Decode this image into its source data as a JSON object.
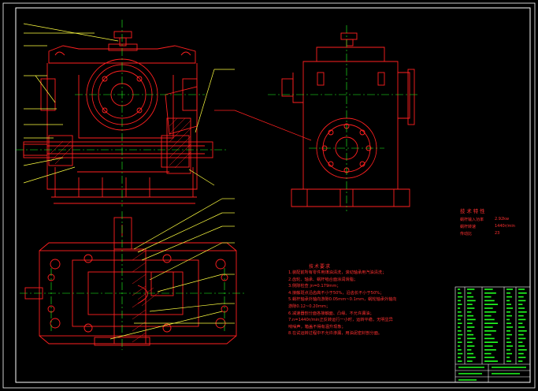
{
  "colors": {
    "background": "#000000",
    "outline": "#ff2020",
    "frame": "#ffffff",
    "centerline": "#20ff20",
    "dim": "#ffff40",
    "bom_text": "#20ff20"
  },
  "tech_notes": {
    "title": "技术要求",
    "lines": [
      "1.装配前所有零件用煤油清洗，滚动轴承用汽油清洗；",
      "2.齿轮、轴承、蜗杆啮合面涂润滑脂；",
      "3.侧隙检查 jn=0.179mm；",
      "4.接触斑点沿齿高不小于50%，沿齿长不小于50%；",
      "5.蜗杆轴承外轴向游隙0.05mm~0.1mm，蜗轮轴承外轴向",
      "  游隙0.12~0.20mm；",
      "6.减速器剖分面各接触面、凸缘、不允许漏油；",
      "7.n=1440r/min正反转运行一小时，运转平稳，无明显异",
      "  响噪声，箱盖不得有温升现象；",
      "8.在试运转过程中不允许渗漏，用油泥密封剖分面。"
    ]
  },
  "tech_spec": {
    "title": "技术特性",
    "rows": [
      {
        "label": "蜗杆输入功率",
        "value": "2.92kw"
      },
      {
        "label": "蜗杆转速",
        "value": "1440r/min"
      },
      {
        "label": "传动比",
        "value": "23"
      }
    ]
  }
}
